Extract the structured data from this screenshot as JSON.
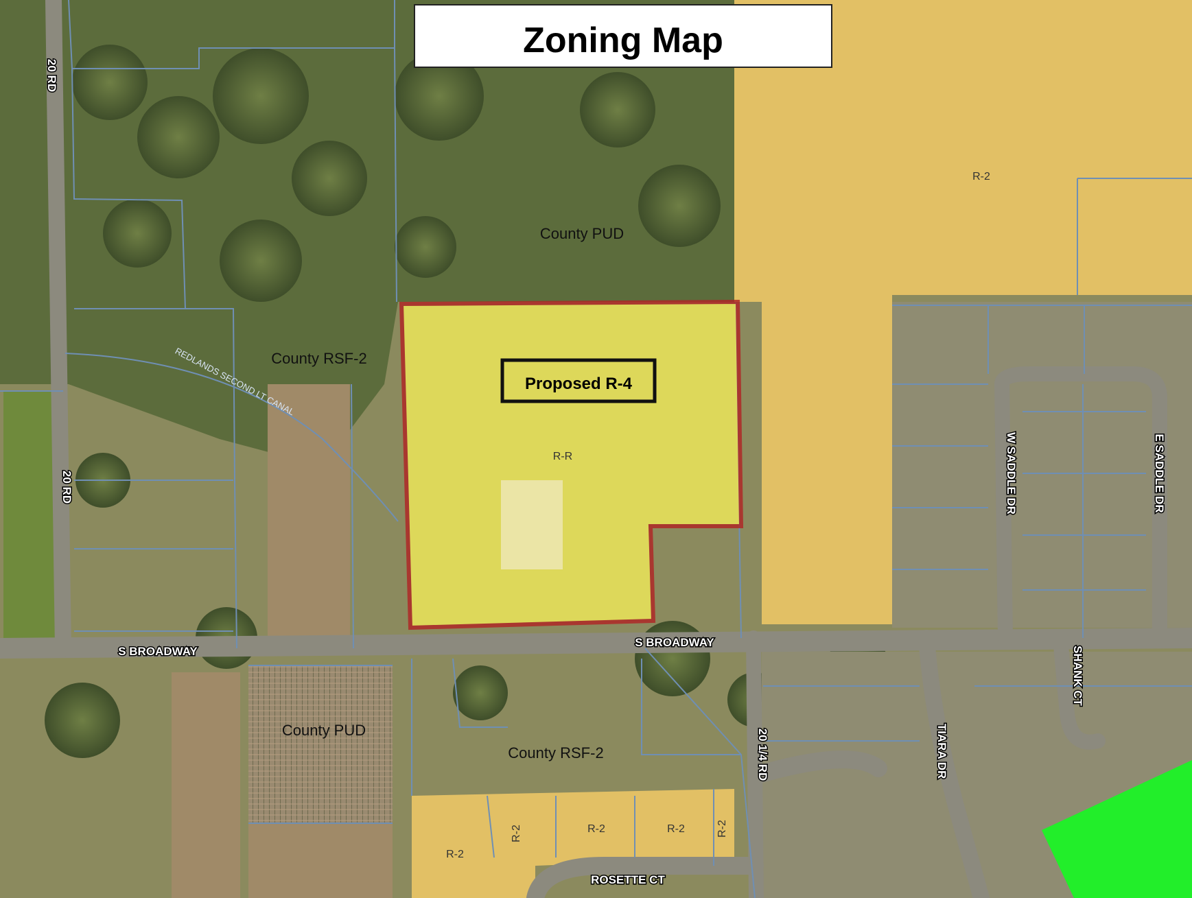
{
  "title": "Zoning Map",
  "colors": {
    "ground": "#8b8a5e",
    "trees": "#5a6a3a",
    "dry_field": "#a08a68",
    "r2_zone": "#e9c466",
    "proposed_zone_fill": "#f0ea5a",
    "proposed_zone_border": "#b02525",
    "green_zone": "#22ee2a",
    "road": "#8c8a7e",
    "parcel_line": "#6f8fb4"
  },
  "subject_parcel": {
    "proposed_label": "Proposed R-4",
    "current_zone": "R-R"
  },
  "zone_labels": {
    "county_pud_north": "County PUD",
    "county_rsf2_west": "County RSF-2",
    "county_pud_south": "County PUD",
    "county_rsf2_south": "County RSF-2",
    "r2_northeast": "R-2",
    "r2_south_1": "R-2",
    "r2_south_2": "R-2",
    "r2_south_3": "R-2",
    "r2_south_4": "R-2",
    "r2_south_5": "R-2"
  },
  "road_labels": {
    "twenty_rd_north": "20 RD",
    "twenty_rd_south": "20 RD",
    "s_broadway_west": "S BROADWAY",
    "s_broadway_east": "S BROADWAY",
    "twenty_quarter_rd": "20 1/4 RD",
    "tiara_dr": "TIARA DR",
    "shank_ct": "SHANK CT",
    "w_saddle_dr": "W SADDLE DR",
    "e_saddle_dr": "E SADDLE DR",
    "rosette_ct": "ROSETTE CT"
  },
  "canal_label": "REDLANDS SECOND LT CANAL"
}
